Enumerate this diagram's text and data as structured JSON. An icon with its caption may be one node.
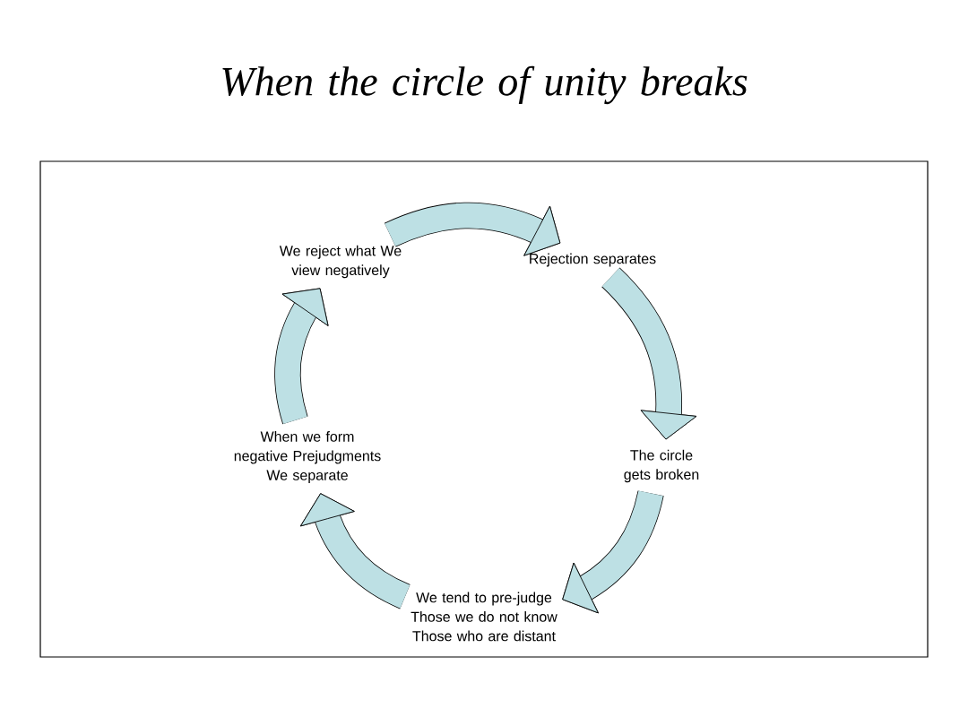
{
  "diagram": {
    "title": "When the circle of unity breaks",
    "nodes": [
      {
        "text": [
          "We reject what We view negatively"
        ]
      },
      {
        "text": [
          "Rejection separates"
        ]
      },
      {
        "text": [
          "The circle gets broken"
        ]
      },
      {
        "text": [
          "When we form negative Prejudgments We separate"
        ]
      },
      {
        "text": [
          "We tend to pre-judge Those we do not know Those who are distant"
        ]
      }
    ],
    "edges": [
      {
        "from": 0,
        "to": 1,
        "arrow": "to"
      },
      {
        "from": 1,
        "to": 2,
        "arrow": "to"
      },
      {
        "from": 2,
        "to": 4,
        "arrow": "to"
      },
      {
        "from": 4,
        "to": 3,
        "arrow": "to"
      },
      {
        "from": 3,
        "to": 0,
        "arrow": "to"
      }
    ]
  }
}
